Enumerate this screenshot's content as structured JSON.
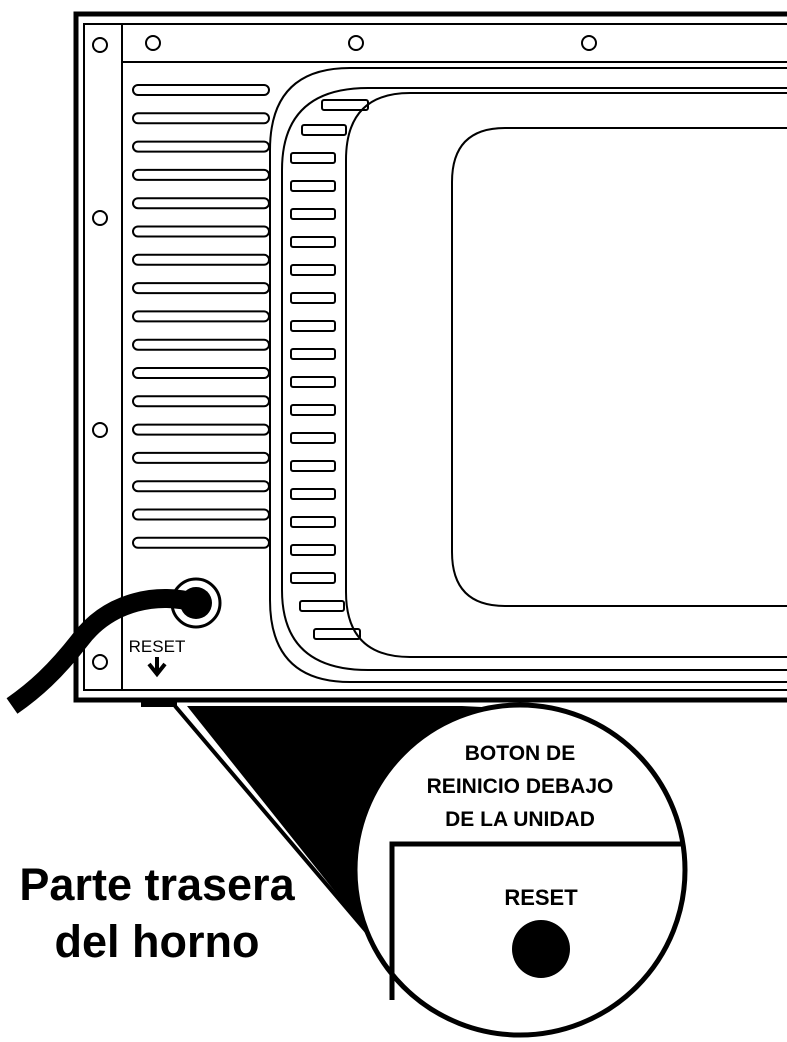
{
  "diagram": {
    "reset_marker_label": "RESET",
    "callout": {
      "line1": "BOTON DE",
      "line2": "REINICIO DEBAJO",
      "line3": "DE LA UNIDAD",
      "button_label": "RESET"
    },
    "caption": {
      "line1": "Parte trasera",
      "line2": "del horno"
    },
    "colors": {
      "ink": "#000000",
      "paper": "#ffffff"
    }
  }
}
